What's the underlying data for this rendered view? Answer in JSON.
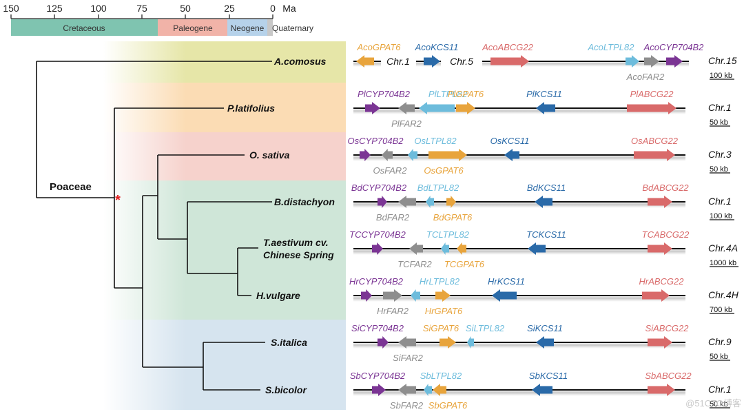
{
  "timescale": {
    "unit": "Ma",
    "ticks": [
      "150",
      "125",
      "100",
      "75",
      "50",
      "25",
      "0"
    ],
    "eras": [
      {
        "name": "Cretaceous",
        "color": "#7fc4b0"
      },
      {
        "name": "Paleogene",
        "color": "#f1b3a8"
      },
      {
        "name": "Neogene",
        "color": "#b6d2ea"
      },
      {
        "name": "Quaternary",
        "color": "#c8c8c8"
      }
    ]
  },
  "tree": {
    "clade_label": "Poaceae",
    "node_marker": "*",
    "species": [
      {
        "name": "A.comosus",
        "lines": [
          "A.comosus"
        ]
      },
      {
        "name": "P.latifolius",
        "lines": [
          "P.latifolius"
        ]
      },
      {
        "name": "O. sativa",
        "lines": [
          "O. sativa"
        ]
      },
      {
        "name": "B.distachyon",
        "lines": [
          "B.distachyon"
        ]
      },
      {
        "name": "T.aestivum cv. Chinese Spring",
        "lines": [
          "T.aestivum cv.",
          "Chinese Spring"
        ]
      },
      {
        "name": "H.vulgare",
        "lines": [
          "H.vulgare"
        ]
      },
      {
        "name": "S.italica",
        "lines": [
          "S.italica"
        ]
      },
      {
        "name": "S.bicolor",
        "lines": [
          "S.bicolor"
        ]
      }
    ]
  },
  "band_colors": [
    "#e6e6a8",
    "#fbdcb4",
    "#f6d2cc",
    "#cfe6d8",
    "#cfe6d8",
    "#cfe6d8",
    "#d6e4ef",
    "#d6e4ef"
  ],
  "gene_colors": {
    "CYP704B2": "#7b3594",
    "FAR2": "#8e8e8e",
    "LTPL82": "#6dbcdc",
    "GPAT6": "#e8a43c",
    "KCS11": "#2a6aa8",
    "ABCG22": "#d96a6a"
  },
  "rows": [
    {
      "chr": "Chr.15",
      "scale": "100 kb",
      "chrom_breaks": [
        {
          "text": "Chr.1"
        },
        {
          "text": "Chr.5"
        }
      ],
      "genes": [
        {
          "family": "GPAT6",
          "label": "AcoGPAT6",
          "dir": "L",
          "pos": "above"
        },
        {
          "family": "KCS11",
          "label": "AcoKCS11",
          "dir": "R",
          "pos": "above"
        },
        {
          "family": "ABCG22",
          "label": "AcoABCG22",
          "dir": "R",
          "pos": "above"
        },
        {
          "family": "LTPL82",
          "label": "AcoLTPL82",
          "dir": "R",
          "pos": "above"
        },
        {
          "family": "FAR2",
          "label": "AcoFAR2",
          "dir": "R",
          "pos": "below"
        },
        {
          "family": "CYP704B2",
          "label": "AcoCYP704B2",
          "dir": "R",
          "pos": "above"
        }
      ]
    },
    {
      "chr": "Chr.1",
      "scale": "50 kb",
      "genes": [
        {
          "family": "CYP704B2",
          "label": "PlCYP704B2",
          "dir": "R",
          "pos": "above"
        },
        {
          "family": "FAR2",
          "label": "PlFAR2",
          "dir": "L",
          "pos": "below"
        },
        {
          "family": "LTPL82",
          "label": "PlLTPL82",
          "dir": "L",
          "pos": "above"
        },
        {
          "family": "GPAT6",
          "label": "PlGPAT6",
          "dir": "R",
          "pos": "above"
        },
        {
          "family": "KCS11",
          "label": "PlKCS11",
          "dir": "L",
          "pos": "above"
        },
        {
          "family": "ABCG22",
          "label": "PlABCG22",
          "dir": "R",
          "pos": "above"
        }
      ]
    },
    {
      "chr": "Chr.3",
      "scale": "50 kb",
      "genes": [
        {
          "family": "CYP704B2",
          "label": "OsCYP704B2",
          "dir": "R",
          "pos": "above"
        },
        {
          "family": "FAR2",
          "label": "OsFAR2",
          "dir": "L",
          "pos": "below"
        },
        {
          "family": "LTPL82",
          "label": "OsLTPL82",
          "dir": "L",
          "pos": "above"
        },
        {
          "family": "GPAT6",
          "label": "OsGPAT6",
          "dir": "R",
          "pos": "below"
        },
        {
          "family": "KCS11",
          "label": "OsKCS11",
          "dir": "L",
          "pos": "above"
        },
        {
          "family": "ABCG22",
          "label": "OsABCG22",
          "dir": "R",
          "pos": "above"
        }
      ]
    },
    {
      "chr": "Chr.1",
      "scale": "100 kb",
      "genes": [
        {
          "family": "CYP704B2",
          "label": "BdCYP704B2",
          "dir": "R",
          "pos": "above"
        },
        {
          "family": "FAR2",
          "label": "BdFAR2",
          "dir": "L",
          "pos": "below"
        },
        {
          "family": "LTPL82",
          "label": "BdLTPL82",
          "dir": "L",
          "pos": "above"
        },
        {
          "family": "GPAT6",
          "label": "BdGPAT6",
          "dir": "R",
          "pos": "below"
        },
        {
          "family": "KCS11",
          "label": "BdKCS11",
          "dir": "L",
          "pos": "above"
        },
        {
          "family": "ABCG22",
          "label": "BdABCG22",
          "dir": "R",
          "pos": "above"
        }
      ]
    },
    {
      "chr": "Chr.4A",
      "scale": "1000 kb",
      "genes": [
        {
          "family": "CYP704B2",
          "label": "TCCYP704B2",
          "dir": "R",
          "pos": "above"
        },
        {
          "family": "FAR2",
          "label": "TCFAR2",
          "dir": "L",
          "pos": "below"
        },
        {
          "family": "LTPL82",
          "label": "TCLTPL82",
          "dir": "L",
          "pos": "above"
        },
        {
          "family": "GPAT6",
          "label": "TCGPAT6",
          "dir": "L",
          "pos": "below"
        },
        {
          "family": "KCS11",
          "label": "TCKCS11",
          "dir": "L",
          "pos": "above"
        },
        {
          "family": "ABCG22",
          "label": "TCABCG22",
          "dir": "R",
          "pos": "above"
        }
      ]
    },
    {
      "chr": "Chr.4H",
      "scale": "700 kb",
      "genes": [
        {
          "family": "CYP704B2",
          "label": "HrCYP704B2",
          "dir": "R",
          "pos": "above"
        },
        {
          "family": "FAR2",
          "label": "HrFAR2",
          "dir": "R",
          "pos": "below"
        },
        {
          "family": "LTPL82",
          "label": "HrLTPL82",
          "dir": "L",
          "pos": "above"
        },
        {
          "family": "GPAT6",
          "label": "HrGPAT6",
          "dir": "R",
          "pos": "below"
        },
        {
          "family": "KCS11",
          "label": "HrKCS11",
          "dir": "L",
          "pos": "above"
        },
        {
          "family": "ABCG22",
          "label": "HrABCG22",
          "dir": "R",
          "pos": "above"
        }
      ]
    },
    {
      "chr": "Chr.9",
      "scale": "50 kb",
      "genes": [
        {
          "family": "CYP704B2",
          "label": "SiCYP704B2",
          "dir": "R",
          "pos": "above"
        },
        {
          "family": "FAR2",
          "label": "SiFAR2",
          "dir": "L",
          "pos": "below"
        },
        {
          "family": "GPAT6",
          "label": "SiGPAT6",
          "dir": "R",
          "pos": "above"
        },
        {
          "family": "LTPL82",
          "label": "SiLTPL82",
          "dir": "L",
          "pos": "above"
        },
        {
          "family": "KCS11",
          "label": "SiKCS11",
          "dir": "L",
          "pos": "above"
        },
        {
          "family": "ABCG22",
          "label": "SiABCG22",
          "dir": "R",
          "pos": "above"
        }
      ]
    },
    {
      "chr": "Chr.1",
      "scale": "50 kb",
      "genes": [
        {
          "family": "CYP704B2",
          "label": "SbCYP704B2",
          "dir": "R",
          "pos": "above"
        },
        {
          "family": "FAR2",
          "label": "SbFAR2",
          "dir": "L",
          "pos": "below"
        },
        {
          "family": "LTPL82",
          "label": "SbLTPL82",
          "dir": "L",
          "pos": "above"
        },
        {
          "family": "GPAT6",
          "label": "SbGPAT6",
          "dir": "L",
          "pos": "below"
        },
        {
          "family": "KCS11",
          "label": "SbKCS11",
          "dir": "L",
          "pos": "above"
        },
        {
          "family": "ABCG22",
          "label": "SbABCG22",
          "dir": "R",
          "pos": "above"
        }
      ]
    }
  ],
  "watermark": "@51CTO博客"
}
